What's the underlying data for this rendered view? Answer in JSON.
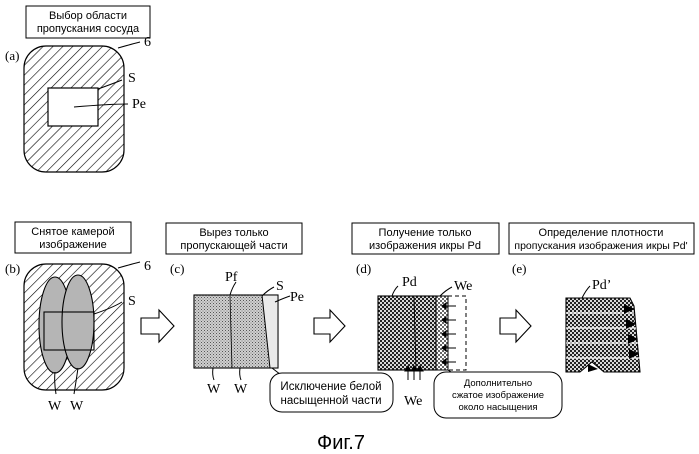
{
  "panel_a": {
    "title_line1": "Выбор области",
    "title_line2": "пропускания сосуда",
    "label": "(a)",
    "vessel_ref": "6",
    "s_label": "S",
    "pe_label": "Pe"
  },
  "panel_b": {
    "title_line1": "Снятое камерой",
    "title_line2": "изображение",
    "label": "(b)",
    "vessel_ref": "6",
    "s_label": "S",
    "w_label_1": "W",
    "w_label_2": "W"
  },
  "panel_c": {
    "title_line1": "Вырез только",
    "title_line2": "пропускающей части",
    "label": "(c)",
    "pf_label": "Pf",
    "s_label": "S",
    "pe_label": "Pe",
    "w_label_1": "W",
    "w_label_2": "W",
    "note_line1": "Исключение белой",
    "note_line2": "насыщенной части"
  },
  "panel_d": {
    "title_line1": "Получение только",
    "title_line2": "изображения икры Pd",
    "label": "(d)",
    "pd_label": "Pd",
    "we_label_top": "We",
    "we_label_bottom": "We",
    "note_line1": "Дополнительно",
    "note_line2": "сжатое изображение",
    "note_line3": "около насыщения"
  },
  "panel_e": {
    "title_line1": "Определение плотности",
    "title_line2": "пропускания изображения икры Pd'",
    "label": "(e)",
    "pd_prime_label": "Pd’"
  },
  "caption": "Фиг.7"
}
